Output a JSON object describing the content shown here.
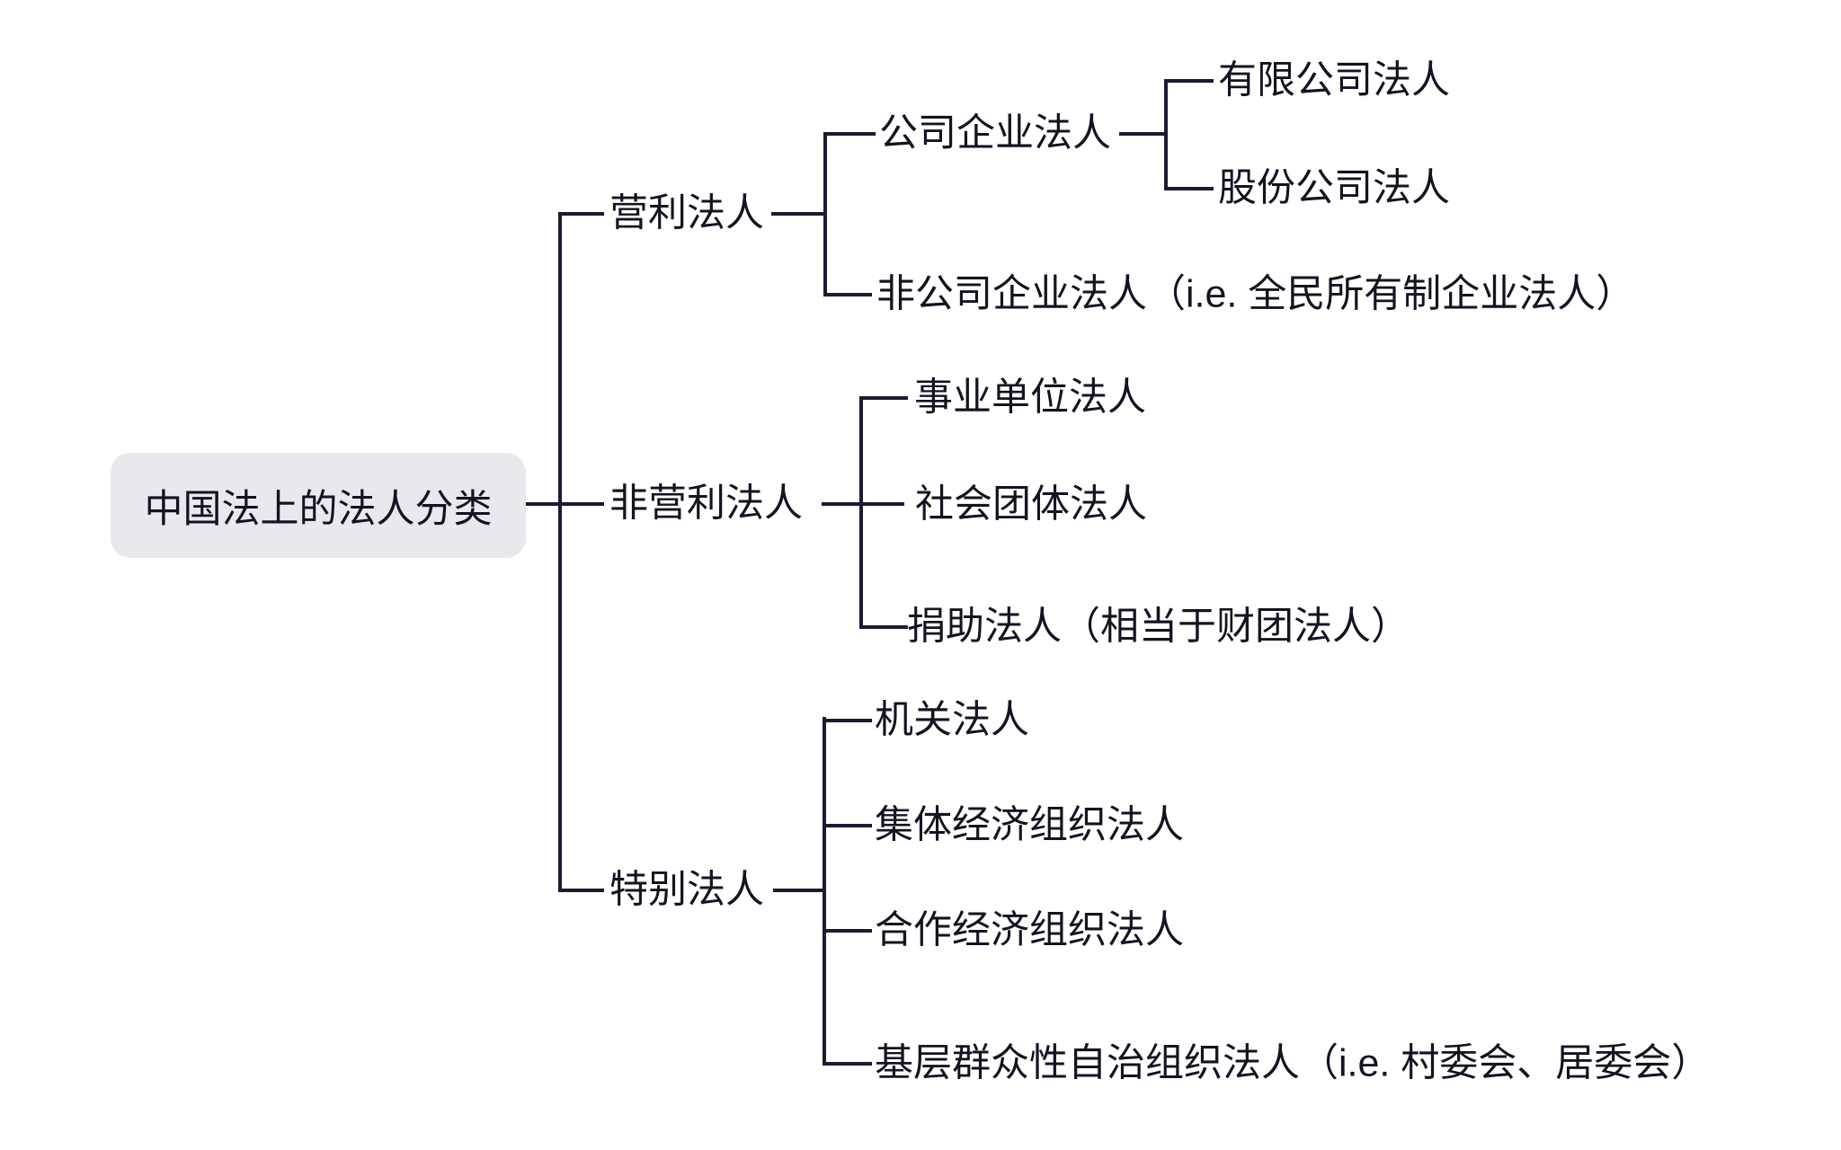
{
  "colors": {
    "line": "#1b1b33",
    "text": "#131322",
    "root_bg": "#e9e9ed",
    "canvas": "#ffffff"
  },
  "tree": {
    "label": "中国法上的法人分类",
    "children": [
      {
        "label": "营利法人",
        "children": [
          {
            "label": "公司企业法人",
            "children": [
              {
                "label": "有限公司法人"
              },
              {
                "label": "股份公司法人"
              }
            ]
          },
          {
            "label": "非公司企业法人（i.e. 全民所有制企业法人）"
          }
        ]
      },
      {
        "label": "非营利法人",
        "children": [
          {
            "label": "事业单位法人"
          },
          {
            "label": "社会团体法人"
          },
          {
            "label": "捐助法人（相当于财团法人）"
          }
        ]
      },
      {
        "label": "特别法人",
        "children": [
          {
            "label": "机关法人"
          },
          {
            "label": "集体经济组织法人"
          },
          {
            "label": "合作经济组织法人"
          },
          {
            "label": "基层群众性自治组织法人（i.e. 村委会、居委会）"
          }
        ]
      }
    ]
  }
}
